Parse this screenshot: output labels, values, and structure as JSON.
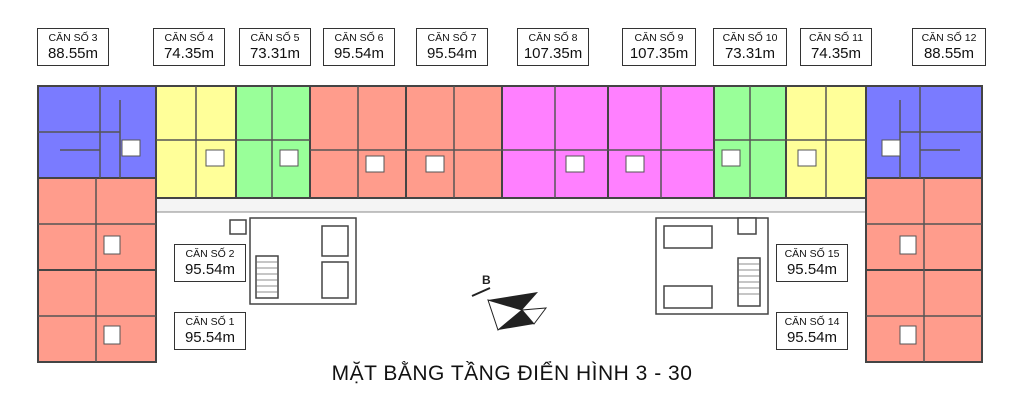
{
  "title": "MẶT BẰNG TẦNG ĐIỂN HÌNH 3 - 30",
  "compass_label": "B",
  "colors": {
    "blue": "#7a7bff",
    "yellow": "#ffff99",
    "green": "#99ff99",
    "salmon": "#ff9c8c",
    "magenta": "#ff80ff",
    "wall": "#444444"
  },
  "units": [
    {
      "id": "3",
      "name": "CĂN SỐ 3",
      "area": "88.55m"
    },
    {
      "id": "4",
      "name": "CĂN SỐ 4",
      "area": "74.35m"
    },
    {
      "id": "5",
      "name": "CĂN SỐ 5",
      "area": "73.31m"
    },
    {
      "id": "6",
      "name": "CĂN SỐ 6",
      "area": "95.54m"
    },
    {
      "id": "7",
      "name": "CĂN SỐ 7",
      "area": "95.54m"
    },
    {
      "id": "8",
      "name": "CĂN SỐ 8",
      "area": "107.35m"
    },
    {
      "id": "9",
      "name": "CĂN SỐ 9",
      "area": "107.35m"
    },
    {
      "id": "10",
      "name": "CĂN SỐ 10",
      "area": "73.31m"
    },
    {
      "id": "11",
      "name": "CĂN SỐ 11",
      "area": "74.35m"
    },
    {
      "id": "12",
      "name": "CĂN SỐ 12",
      "area": "88.55m"
    },
    {
      "id": "2",
      "name": "CĂN SỐ 2",
      "area": "95.54m"
    },
    {
      "id": "1",
      "name": "CĂN SỐ 1",
      "area": "95.54m"
    },
    {
      "id": "15",
      "name": "CĂN SỐ 15",
      "area": "95.54m"
    },
    {
      "id": "14",
      "name": "CĂN SỐ 14",
      "area": "95.54m"
    }
  ]
}
